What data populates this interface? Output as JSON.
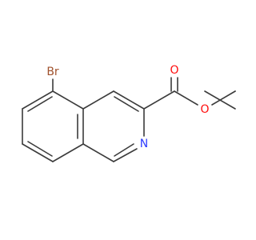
{
  "molecule": {
    "atoms": {
      "bromine": {
        "label": "Br",
        "color": "#a0522d"
      },
      "nitrogen": {
        "label": "N",
        "color": "#2e3cff"
      },
      "carbonyl_oxygen": {
        "label": "O",
        "color": "#ff0d0d"
      },
      "ester_oxygen": {
        "label": "O",
        "color": "#ff0d0d"
      }
    },
    "bond_color": "#3b3b3b"
  }
}
